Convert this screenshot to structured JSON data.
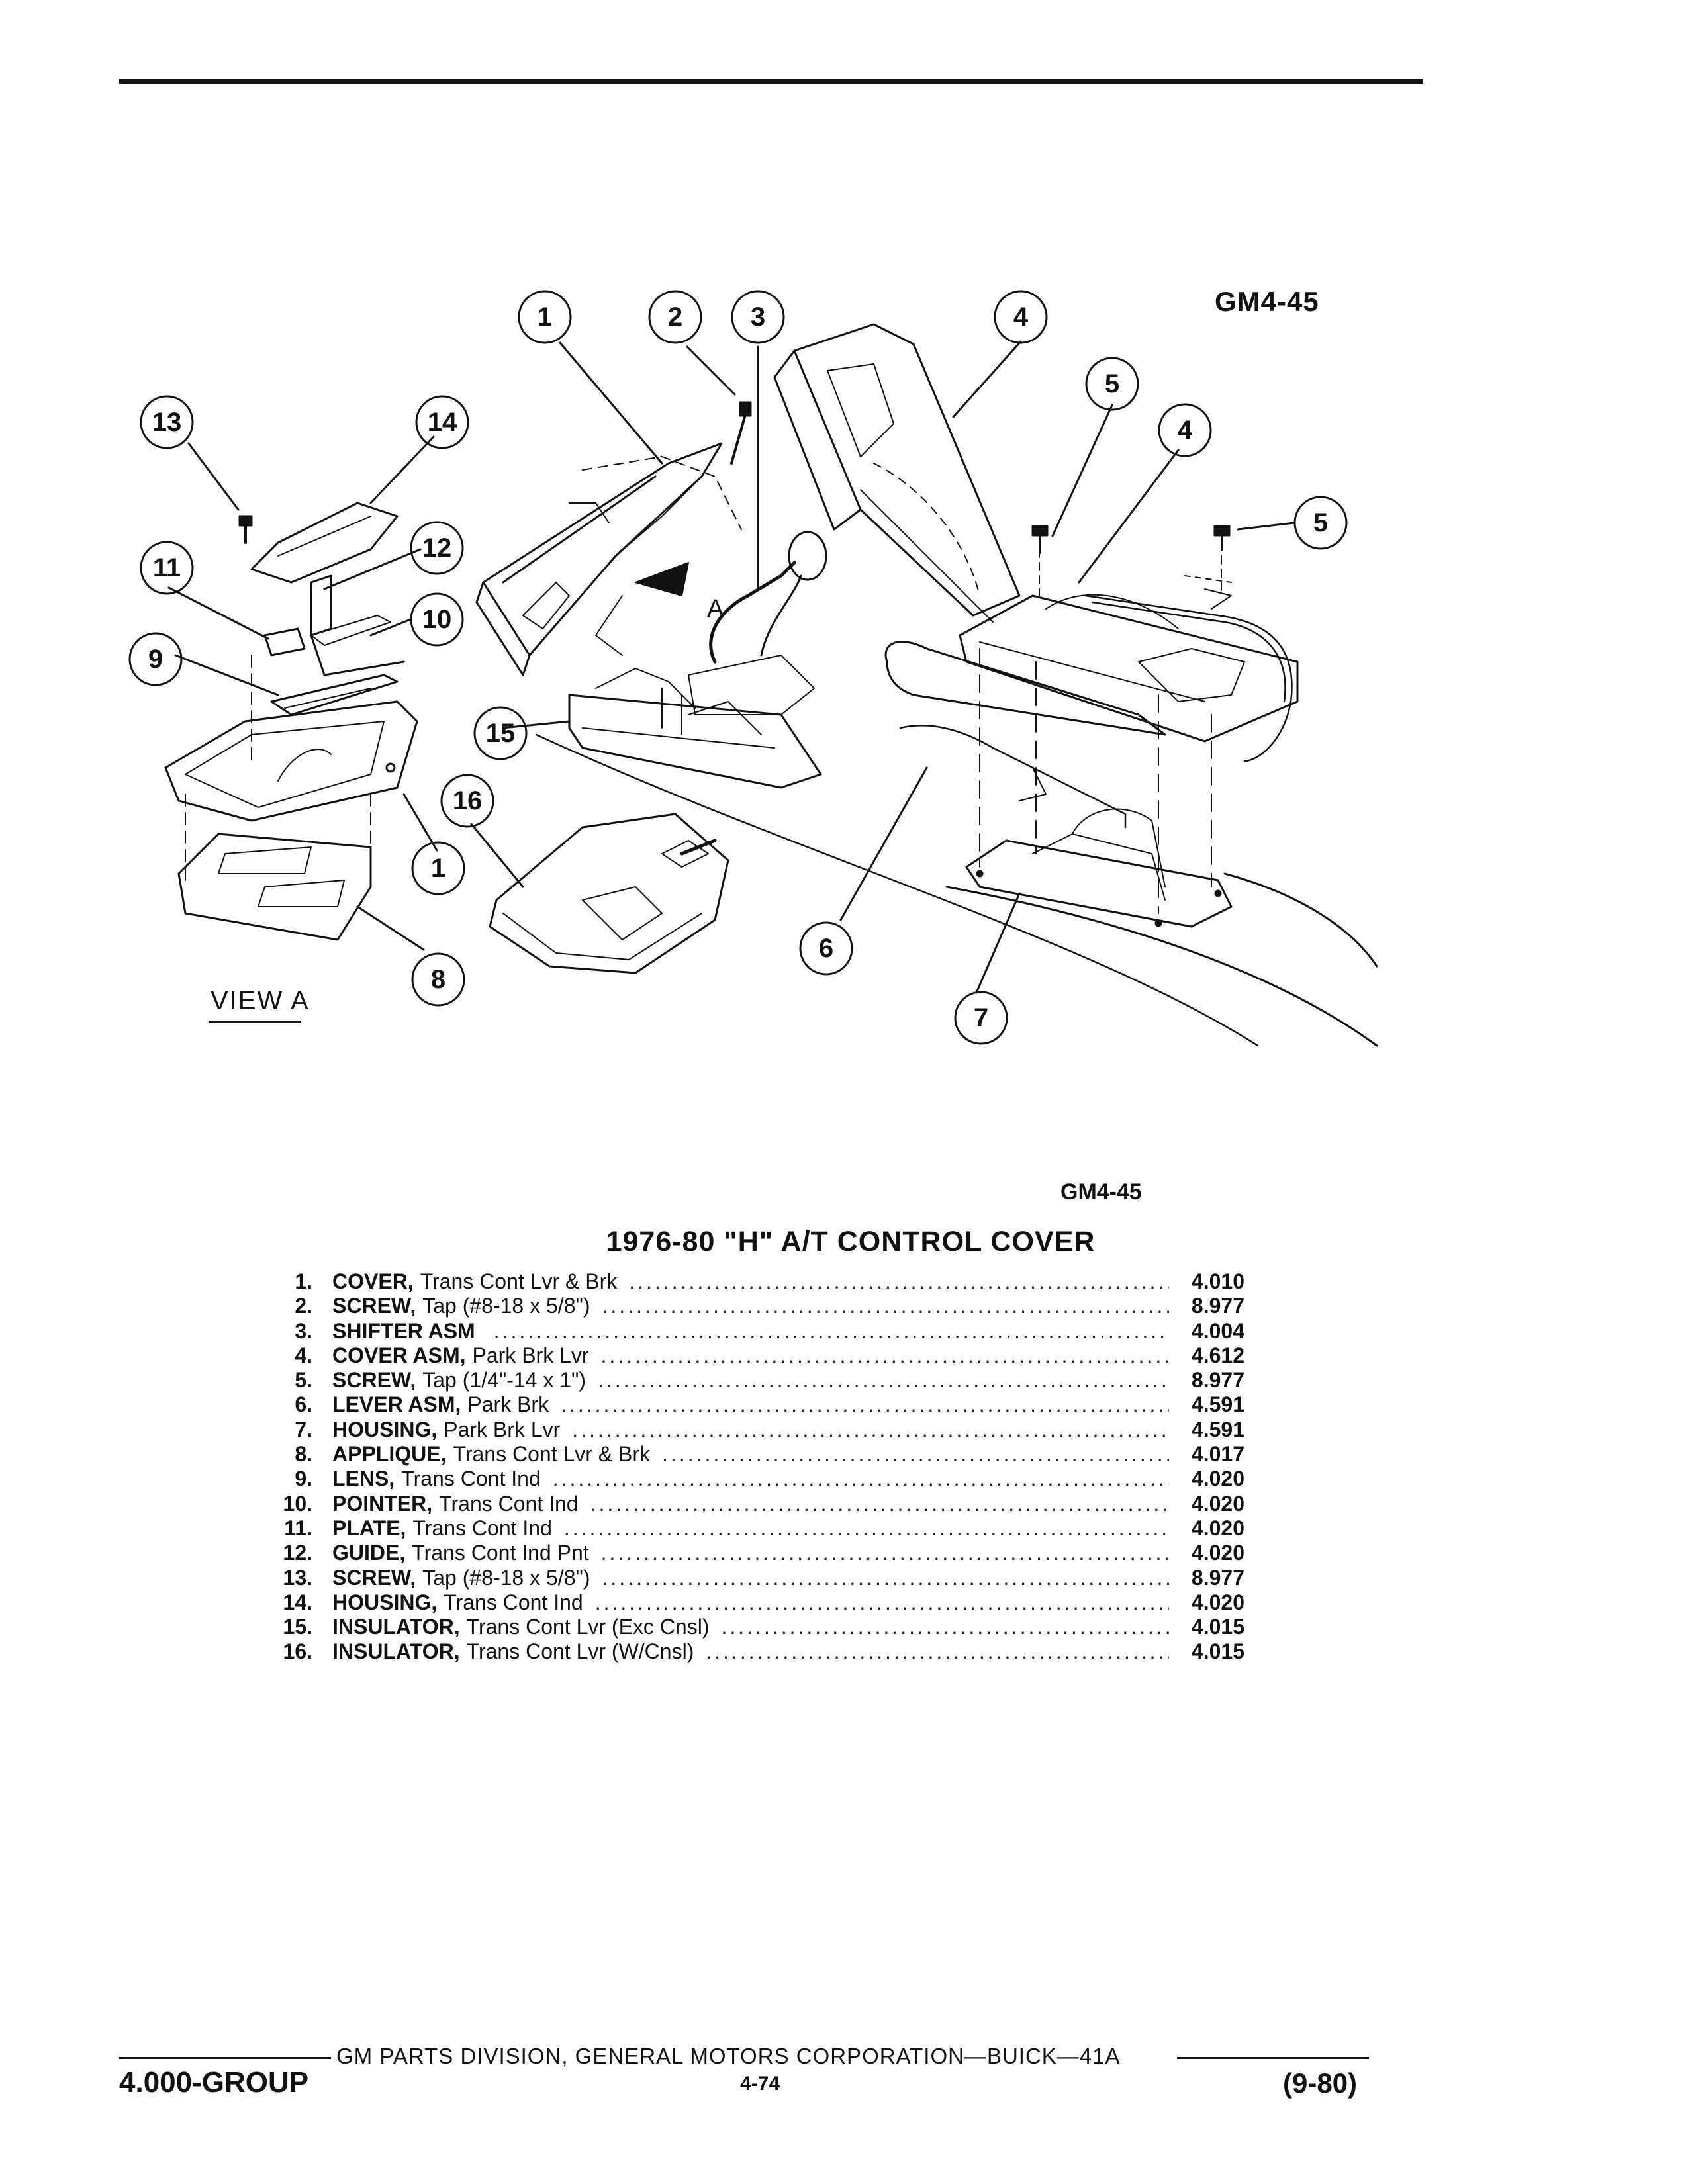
{
  "figure_code_top": "GM4-45",
  "figure_code_bottom": "GM4-45",
  "view_label": "VIEW A",
  "arrow_label": "A",
  "callouts": [
    "1",
    "2",
    "3",
    "4",
    "5",
    "4",
    "5",
    "13",
    "14",
    "12",
    "11",
    "10",
    "9",
    "15",
    "16",
    "1",
    "8",
    "6",
    "7"
  ],
  "title": "1976-80 \"H\" A/T CONTROL COVER",
  "parts": [
    {
      "index": "1.",
      "name": "COVER,",
      "desc": "Trans Cont Lvr & Brk",
      "group": "4.010"
    },
    {
      "index": "2.",
      "name": "SCREW,",
      "desc": "Tap (#8-18 x 5/8\")",
      "group": "8.977"
    },
    {
      "index": "3.",
      "name": "SHIFTER ASM",
      "desc": "",
      "group": "4.004"
    },
    {
      "index": "4.",
      "name": "COVER ASM,",
      "desc": "Park Brk Lvr",
      "group": "4.612"
    },
    {
      "index": "5.",
      "name": "SCREW,",
      "desc": "Tap (1/4\"-14 x 1\")",
      "group": "8.977"
    },
    {
      "index": "6.",
      "name": "LEVER ASM,",
      "desc": "Park Brk",
      "group": "4.591"
    },
    {
      "index": "7.",
      "name": "HOUSING,",
      "desc": "Park Brk Lvr",
      "group": "4.591"
    },
    {
      "index": "8.",
      "name": "APPLIQUE,",
      "desc": "Trans Cont Lvr & Brk",
      "group": "4.017"
    },
    {
      "index": "9.",
      "name": "LENS,",
      "desc": "Trans Cont Ind",
      "group": "4.020"
    },
    {
      "index": "10.",
      "name": "POINTER,",
      "desc": "Trans Cont Ind",
      "group": "4.020"
    },
    {
      "index": "11.",
      "name": "PLATE,",
      "desc": "Trans Cont Ind",
      "group": "4.020"
    },
    {
      "index": "12.",
      "name": "GUIDE,",
      "desc": "Trans Cont Ind Pnt",
      "group": "4.020"
    },
    {
      "index": "13.",
      "name": "SCREW,",
      "desc": "Tap (#8-18 x 5/8\")",
      "group": "8.977"
    },
    {
      "index": "14.",
      "name": "HOUSING,",
      "desc": "Trans Cont Ind",
      "group": "4.020"
    },
    {
      "index": "15.",
      "name": "INSULATOR,",
      "desc": "Trans Cont Lvr (Exc Cnsl)",
      "group": "4.015"
    },
    {
      "index": "16.",
      "name": "INSULATOR,",
      "desc": "Trans Cont Lvr (W/Cnsl)",
      "group": "4.015"
    }
  ],
  "footer": {
    "corporation": "GM PARTS DIVISION, GENERAL MOTORS CORPORATION—BUICK—41A",
    "group": "4.000-GROUP",
    "page": "4-74",
    "date": "(9-80)"
  }
}
